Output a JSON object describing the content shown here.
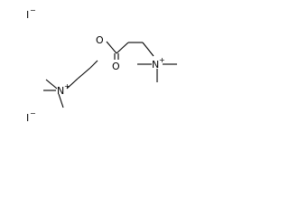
{
  "molecule": {
    "iodide_top": {
      "symbol": "I",
      "charge": "−"
    },
    "iodide_bottom": {
      "symbol": "I",
      "charge": "−"
    },
    "ester_oxygen": {
      "symbol": "O"
    },
    "carbonyl_oxygen": {
      "symbol": "O"
    },
    "ammonium_left": {
      "symbol": "N",
      "charge": "+"
    },
    "ammonium_right": {
      "symbol": "N",
      "charge": "+"
    }
  }
}
